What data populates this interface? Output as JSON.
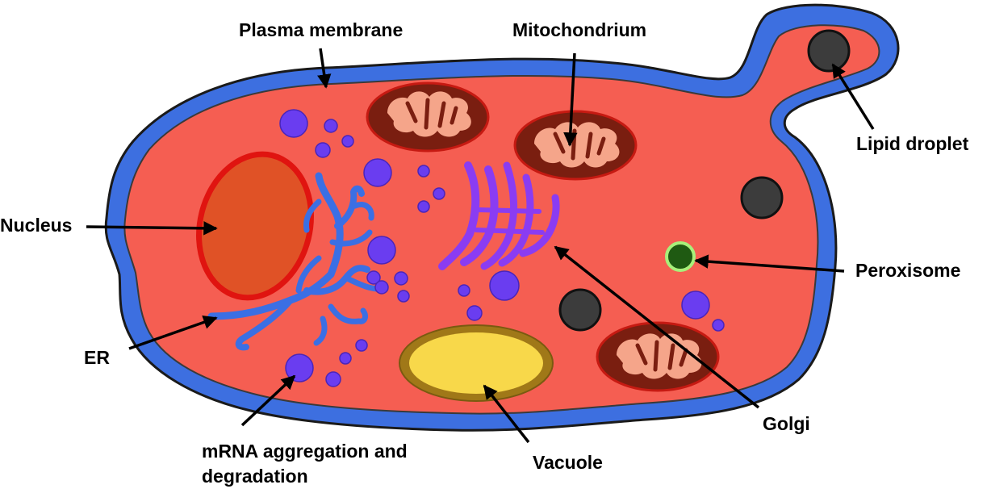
{
  "labels": {
    "plasma_membrane": "Plasma membrane",
    "mitochondrium": "Mitochondrium",
    "lipid_droplet": "Lipid droplet",
    "nucleus": "Nucleus",
    "peroxisome": "Peroxisome",
    "er": "ER",
    "golgi": "Golgi",
    "mrna_line1": "mRNA aggregation and",
    "mrna_line2": "degradation",
    "vacuole": "Vacuole"
  },
  "colors": {
    "membrane": "#3d6fe0",
    "cytoplasm": "#f55e52",
    "nucleus_fill": "#e05226",
    "nucleus_rim": "#e01410",
    "er": "#3b6fe4",
    "golgi": "#8a3cf2",
    "granule": "#6a3df0",
    "mito_outer": "#7a1e10",
    "mito_inner": "#f5a58a",
    "vacuole_fill": "#f8d84a",
    "vacuole_rim": "#a07818",
    "lipid": "#3c3c3c",
    "peroxisome_fill": "#1f5a12",
    "peroxisome_rim": "#a8f07a"
  }
}
